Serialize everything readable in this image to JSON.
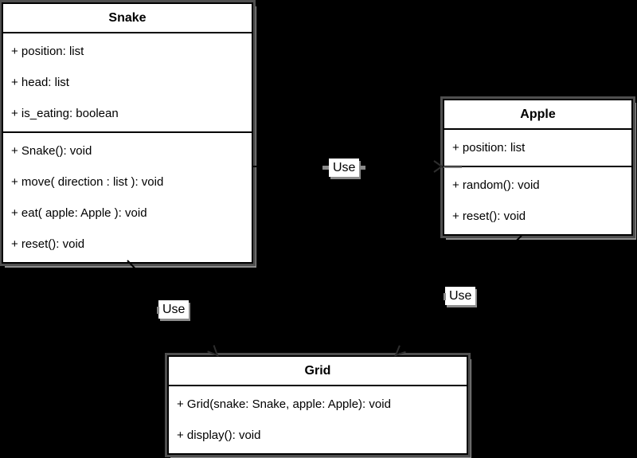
{
  "diagram": {
    "type": "uml-class-diagram",
    "colors": {
      "background": "#000000",
      "box_fill": "#ffffff",
      "box_border": "#000000",
      "shadow": "#808080",
      "text": "#000000",
      "edge_label_bg": "#ffffff"
    },
    "classes": [
      {
        "name": "Snake",
        "attributes": [
          "+ position: list",
          "+ head: list",
          "+ is_eating: boolean"
        ],
        "methods": [
          "+ Snake(): void",
          "+ move( direction : list ): void",
          "+ eat( apple: Apple ): void",
          "+ reset(): void"
        ]
      },
      {
        "name": "Apple",
        "attributes": [
          "+ position: list"
        ],
        "methods": [
          "+ random(): void",
          "+ reset(): void"
        ]
      },
      {
        "name": "Grid",
        "attributes": [],
        "methods": [
          "+ Grid(snake: Snake, apple: Apple): void",
          "+ display(): void"
        ]
      }
    ],
    "edges": [
      {
        "from": "Snake",
        "to": "Apple",
        "label": "Use",
        "type": "dependency-arrow"
      },
      {
        "from": "Snake",
        "to": "Grid",
        "label": "Use",
        "type": "dependency-arrow"
      },
      {
        "from": "Apple",
        "to": "Grid",
        "label": "Use",
        "type": "dependency-arrow"
      }
    ]
  }
}
